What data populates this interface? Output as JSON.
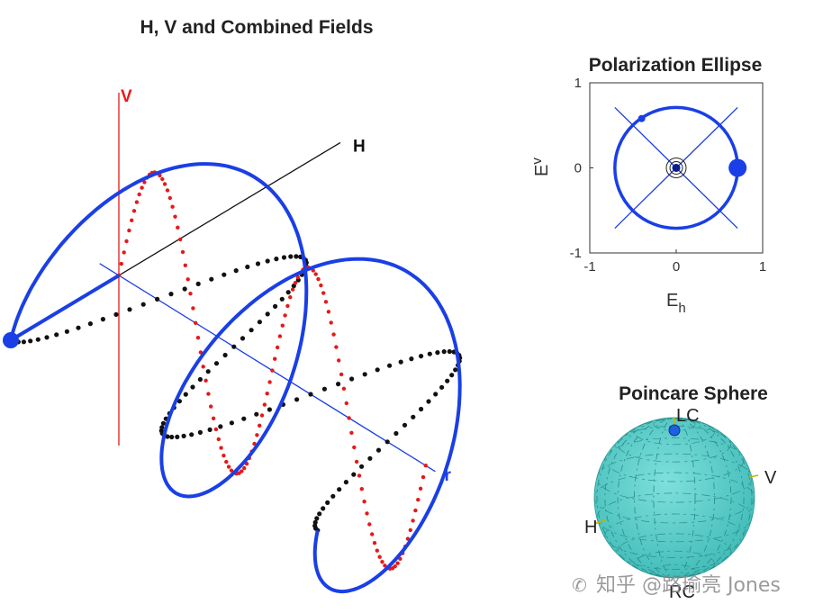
{
  "chart_data": [
    {
      "type": "line",
      "title": "H, V and Combined Fields",
      "axes": [
        {
          "label": "V",
          "color": "#e61919"
        },
        {
          "label": "H",
          "color": "#111111"
        },
        {
          "label": "r",
          "color": "#1a3fe6"
        }
      ],
      "series": [
        {
          "field": "horizontal",
          "color": "#111111",
          "amplitude": 1,
          "phase_deg": 0,
          "periods": 2
        },
        {
          "field": "vertical",
          "color": "#e61919",
          "amplitude": 1,
          "phase_deg": 90,
          "periods": 2
        },
        {
          "field": "combined",
          "color": "#1a3fe6",
          "amplitude": 1,
          "periods": 2
        }
      ]
    },
    {
      "type": "line",
      "title": "Polarization Ellipse",
      "xlabel": "E",
      "xlabel_sub": "h",
      "ylabel": "E",
      "ylabel_sub": "v",
      "xlim": [
        -1,
        1
      ],
      "ylim": [
        -1,
        1
      ],
      "xticks": [
        "-1",
        "0",
        "1"
      ],
      "yticks": [
        "-1",
        "0",
        "1"
      ],
      "ellipse": {
        "center": [
          0,
          0
        ],
        "radius": 0.71,
        "color": "#1a3fe6"
      },
      "diagonals": [
        [
          [
            -0.71,
            0.71
          ],
          [
            0.71,
            -0.71
          ]
        ],
        [
          [
            -0.71,
            -0.71
          ],
          [
            0.71,
            0.71
          ]
        ]
      ],
      "points": [
        {
          "x": 0.71,
          "y": 0,
          "marker": "large-dot"
        },
        {
          "x": -0.4,
          "y": 0.58,
          "marker": "small-dot"
        },
        {
          "x": 0,
          "y": 0,
          "marker": "center-target"
        }
      ]
    },
    {
      "type": "other",
      "title": "Poincare Sphere",
      "sphere_color": "#5fd0cd",
      "labels": [
        "LC",
        "V",
        "H",
        "RC"
      ],
      "state_marker": "LC"
    }
  ],
  "watermark": "知乎 @路瑜亮 Jones"
}
